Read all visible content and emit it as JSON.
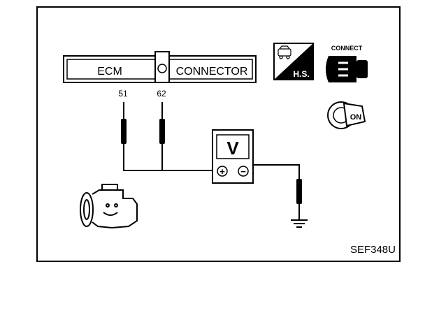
{
  "connector": {
    "left_label": "ECM",
    "right_label": "CONNECTOR"
  },
  "pins": [
    "51",
    "62"
  ],
  "voltmeter": {
    "display": "V",
    "plus_symbol": "+",
    "minus_symbol": "−"
  },
  "hs_badge": {
    "text": "H.S."
  },
  "connect_icon": {
    "label": "CONNECT"
  },
  "ignition_key": {
    "label": "ON"
  },
  "figure_code": "SEF348U",
  "icons": [
    "hs-icon",
    "connect-icon",
    "ignition-key-icon",
    "engine-icon",
    "ground-icon"
  ]
}
